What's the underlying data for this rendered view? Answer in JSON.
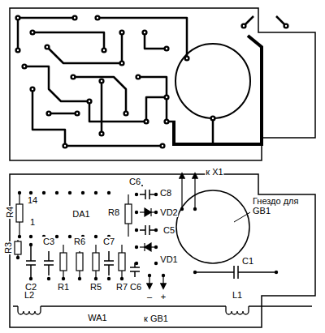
{
  "diagram": {
    "labels": [
      "14",
      "R4",
      "1",
      "DA1",
      "R8",
      "C6",
      "C8",
      "к X1",
      "VD2",
      "C5",
      "R3",
      "C3",
      "R6",
      "C7",
      "VD1",
      "C2",
      "R1",
      "R5",
      "R7",
      "C6",
      "C1",
      "–",
      "+",
      "к GB1",
      "L2",
      "WA1",
      "L1",
      "Гнездо для GB1"
    ]
  }
}
